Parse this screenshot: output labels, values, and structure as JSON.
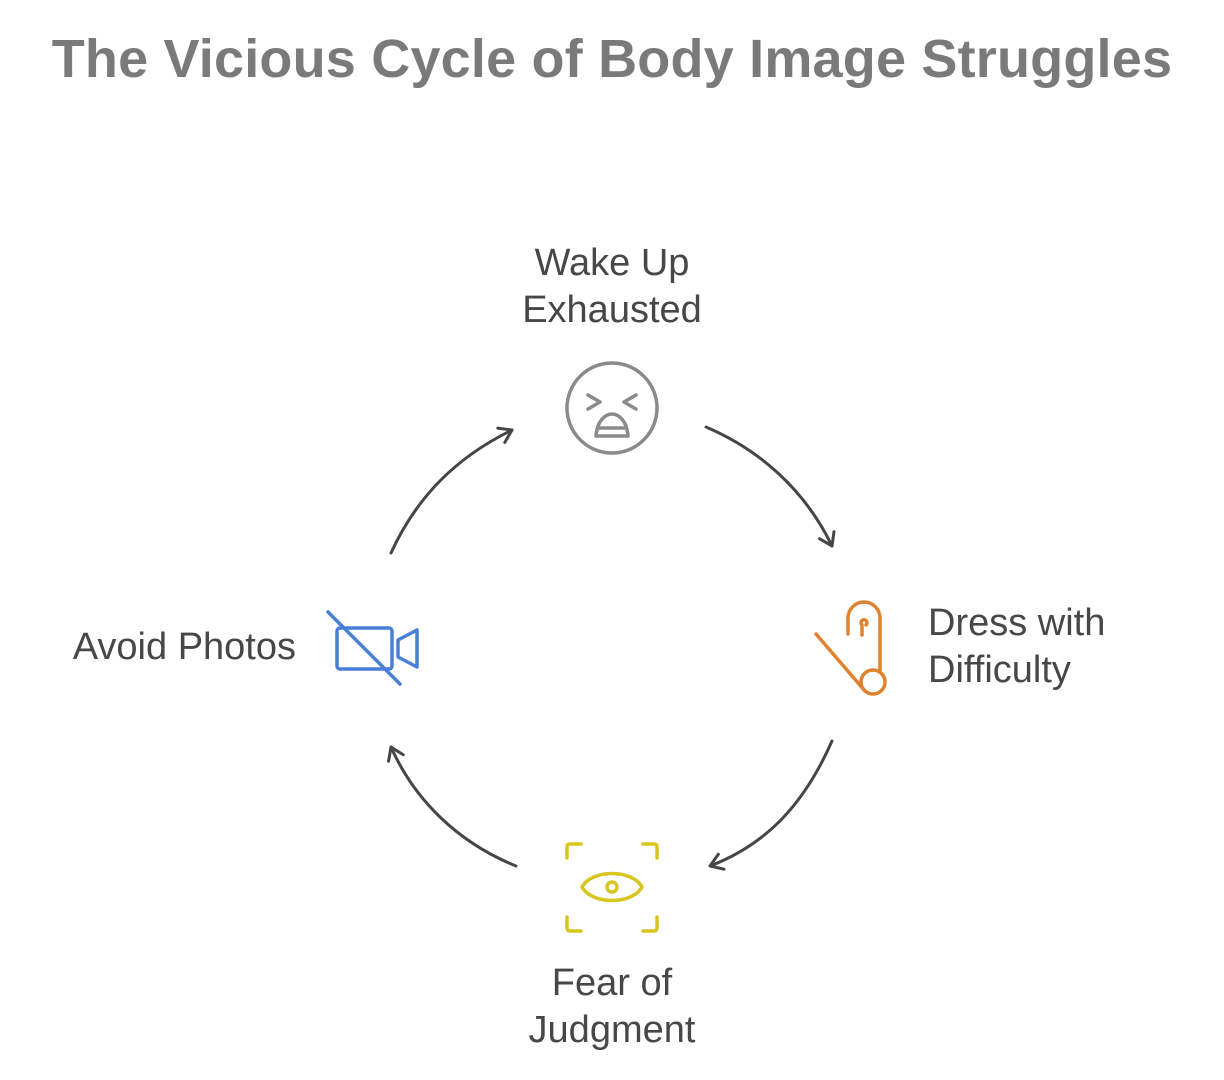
{
  "title": "The Vicious Cycle of Body Image Struggles",
  "steps": [
    {
      "line1": "Wake Up",
      "line2": "Exhausted",
      "icon": "tired-face-icon",
      "color": "#8a8a8a"
    },
    {
      "line1": "Dress with",
      "line2": "Difficulty",
      "icon": "safety-pin-icon",
      "color": "#e0822e"
    },
    {
      "line1": "Fear of",
      "line2": "Judgment",
      "icon": "eye-scan-icon",
      "color": "#d8c51e"
    },
    {
      "line1": "Avoid Photos",
      "icon": "video-off-icon",
      "color": "#4a7fd8"
    }
  ],
  "arrow_color": "#454545"
}
